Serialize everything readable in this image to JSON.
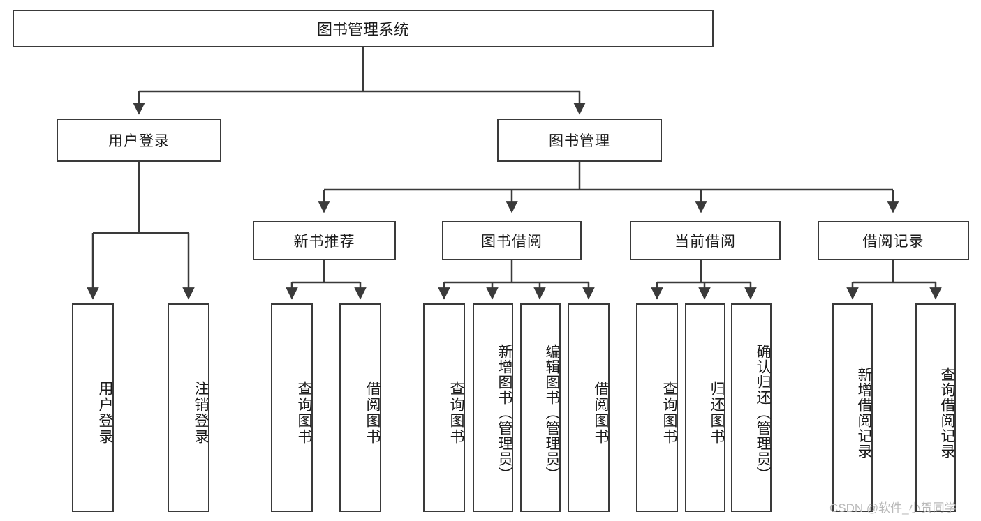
{
  "diagram": {
    "title": "图书管理系统",
    "type": "tree",
    "watermark": "CSDN @软件_小贺同学",
    "colors": {
      "box_border": "#3a3a3a",
      "box_fill": "#ffffff",
      "connector": "#3a3a3a",
      "text": "#1a1a1a",
      "watermark": "#b9b9b9",
      "background": "#ffffff"
    },
    "root": {
      "label": "图书管理系统"
    },
    "level2": [
      {
        "label": "用户登录"
      },
      {
        "label": "图书管理"
      }
    ],
    "level3": [
      {
        "label": "新书推荐"
      },
      {
        "label": "图书借阅"
      },
      {
        "label": "当前借阅"
      },
      {
        "label": "借阅记录"
      }
    ],
    "leaves": {
      "user_login": [
        {
          "label": "用户登录"
        },
        {
          "label": "注销登录"
        }
      ],
      "new_book": [
        {
          "label": "查询图书"
        },
        {
          "label": "借阅图书"
        }
      ],
      "book_borrow": [
        {
          "label": "查询图书"
        },
        {
          "label": "新增图书（管理员）"
        },
        {
          "label": "编辑图书（管理员）"
        },
        {
          "label": "借阅图书"
        }
      ],
      "current_borrow": [
        {
          "label": "查询图书"
        },
        {
          "label": "归还图书"
        },
        {
          "label": "确认归还（管理员）"
        }
      ],
      "borrow_record": [
        {
          "label": "新增借阅记录"
        },
        {
          "label": "查询借阅记录"
        }
      ]
    }
  }
}
